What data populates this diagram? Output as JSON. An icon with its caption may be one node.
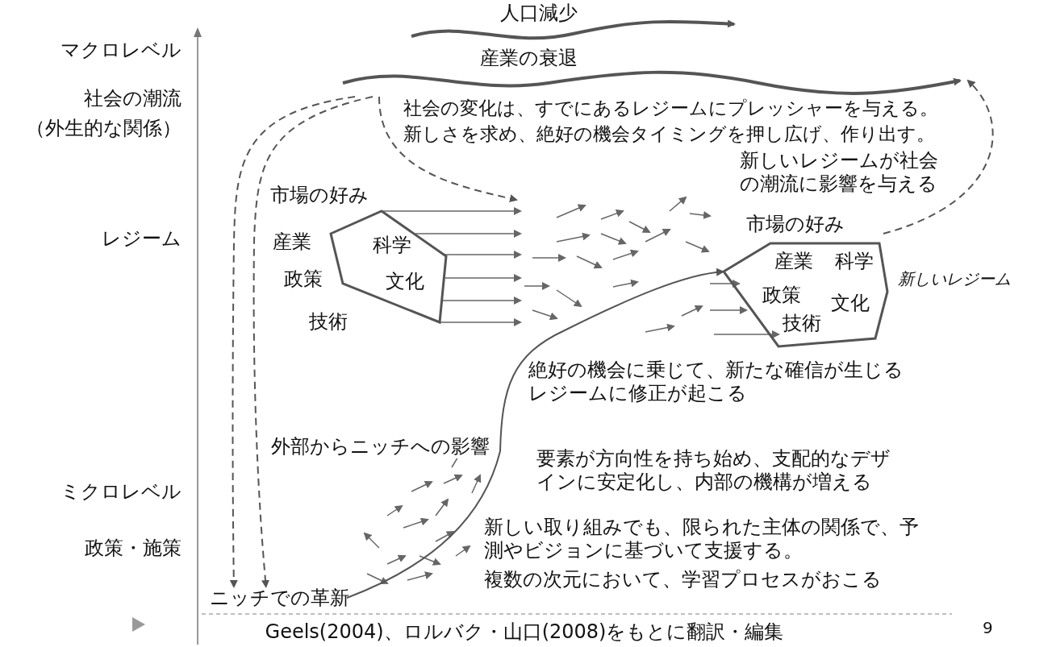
{
  "diagram": {
    "caption": "Geels(2004)、ロルバク・山口(2008)をもとに翻訳・編集",
    "nodes": [
      {
        "text": [
          "人口減少"
        ]
      },
      {
        "text": [
          "産業の衰退"
        ]
      },
      {
        "text": [
          "市場の好み",
          "産業",
          "科学",
          "政策",
          "文化",
          "技術"
        ]
      },
      {
        "text": [
          "市場の好み",
          "産業",
          "科学",
          "政策",
          "文化",
          "技術"
        ],
        "beside": [
          "新しいレジーム"
        ]
      },
      {
        "text": [
          "ニッチでの革新"
        ]
      }
    ],
    "edges": [
      {
        "from": 1,
        "to": null,
        "arrow": "to",
        "style": "dashed"
      },
      {
        "from": 1,
        "to": 4,
        "arrow": "to",
        "style": "dashed"
      },
      {
        "from": 1,
        "to": 4,
        "arrow": "to",
        "style": "dashed",
        "label": "外部からニッチへの影響"
      },
      {
        "from": 3,
        "to": 1,
        "arrow": "to",
        "style": "dashed",
        "label": "新しいレジームが社会の潮流に影響を与える"
      },
      {
        "from": 4,
        "to": 3,
        "arrow": "to",
        "label": "絶好の機会に乗じて、新たな確信が生じるレジームに修正が起こる"
      }
    ],
    "labels": [
      "マクロレベル",
      "社会の潮流",
      "（外生的な関係）",
      "社会の変化は、すでにあるレジームにプレッシャーを与える。",
      "新しさを求め、絶好の機会タイミングを押し広げ、作り出す。",
      "レジーム",
      "要素が方向性を持ち始め、支配的なデザインに安定化し、内部の機構が増える",
      "ミクロレベル",
      "新しい取り組みでも、限られた主体の関係で、予測やビジョンに基づいて支援する。",
      "政策・施策",
      "複数の次元において、学習プロセスがおこる",
      "9"
    ]
  }
}
